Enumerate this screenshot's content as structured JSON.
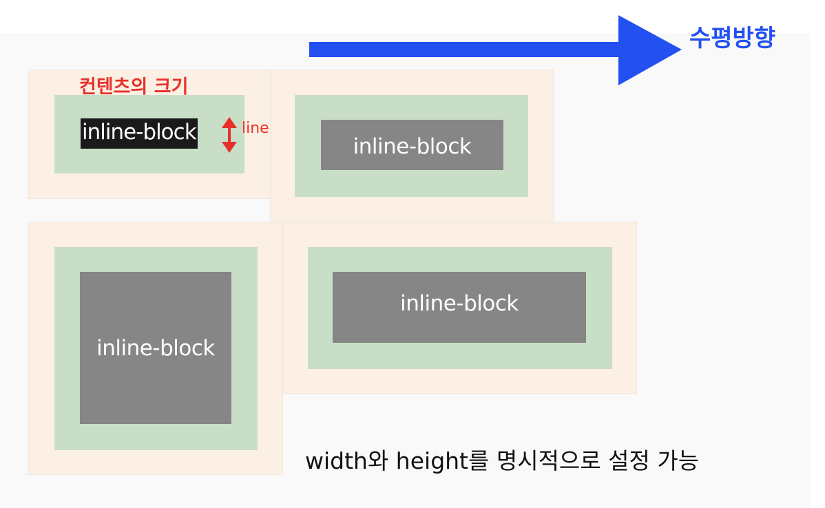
{
  "direction_label": "수평방향",
  "content_size_label": "컨텐츠의 크기",
  "line_height_label": "line-height",
  "caption": "width와 height를 명시적으로 설정 가능",
  "boxes": [
    {
      "content_text": "inline-block"
    },
    {
      "content_text": "inline-block"
    },
    {
      "content_text": "inline-block"
    },
    {
      "content_text": "inline-block"
    }
  ],
  "colors": {
    "margin": "#fcefe3",
    "padding": "#c8dec6",
    "content": "#868686",
    "inline_text_bg": "#1a1a1a",
    "arrow_blue": "#2350f0",
    "annotation_red": "#e8302a"
  }
}
